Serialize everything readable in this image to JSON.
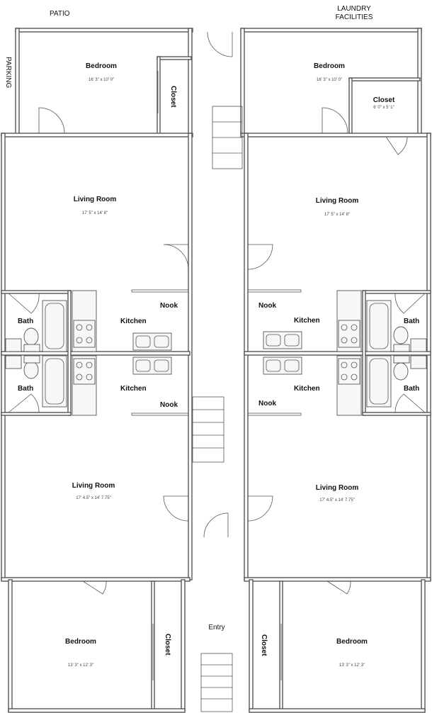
{
  "outside": {
    "patio": "PATIO",
    "laundry_line1": "LAUNDRY",
    "laundry_line2": "FACILITIES",
    "parking": "PARKING",
    "entry": "Entry"
  },
  "upper_left": {
    "bedroom": "Bedroom",
    "bedroom_dim": "16' 3\" x 10' 0\"",
    "closet": "Closet",
    "living": "Living Room",
    "living_dim": "17' 5\" x 14' 8\"",
    "bath": "Bath",
    "kitchen": "Kitchen",
    "nook": "Nook"
  },
  "upper_right": {
    "bedroom": "Bedroom",
    "bedroom_dim": "16' 3\" x 10' 0\"",
    "closet": "Closet",
    "closet_dim": "6' 0\" x 5' 1\"",
    "living": "Living Room",
    "living_dim": "17' 5\" x 14' 8\"",
    "bath": "Bath",
    "kitchen": "Kitchen",
    "nook": "Nook"
  },
  "lower_left": {
    "bath": "Bath",
    "kitchen": "Kitchen",
    "nook": "Nook",
    "living": "Living Room",
    "living_dim": "17' 4.5\" x 14' 7.75\"",
    "bedroom": "Bedroom",
    "bedroom_dim": "13' 3\" x 12' 3\"",
    "closet": "Closet"
  },
  "lower_right": {
    "bath": "Bath",
    "kitchen": "Kitchen",
    "nook": "Nook",
    "living": "Living Room",
    "living_dim": "17' 4.5\" x 14' 7.75\"",
    "bedroom": "Bedroom",
    "bedroom_dim": "13' 3\" x 12' 3\"",
    "closet": "Closet"
  },
  "colors": {
    "wall": "#555555",
    "fixture": "#f7f7f7",
    "text": "#111111"
  }
}
